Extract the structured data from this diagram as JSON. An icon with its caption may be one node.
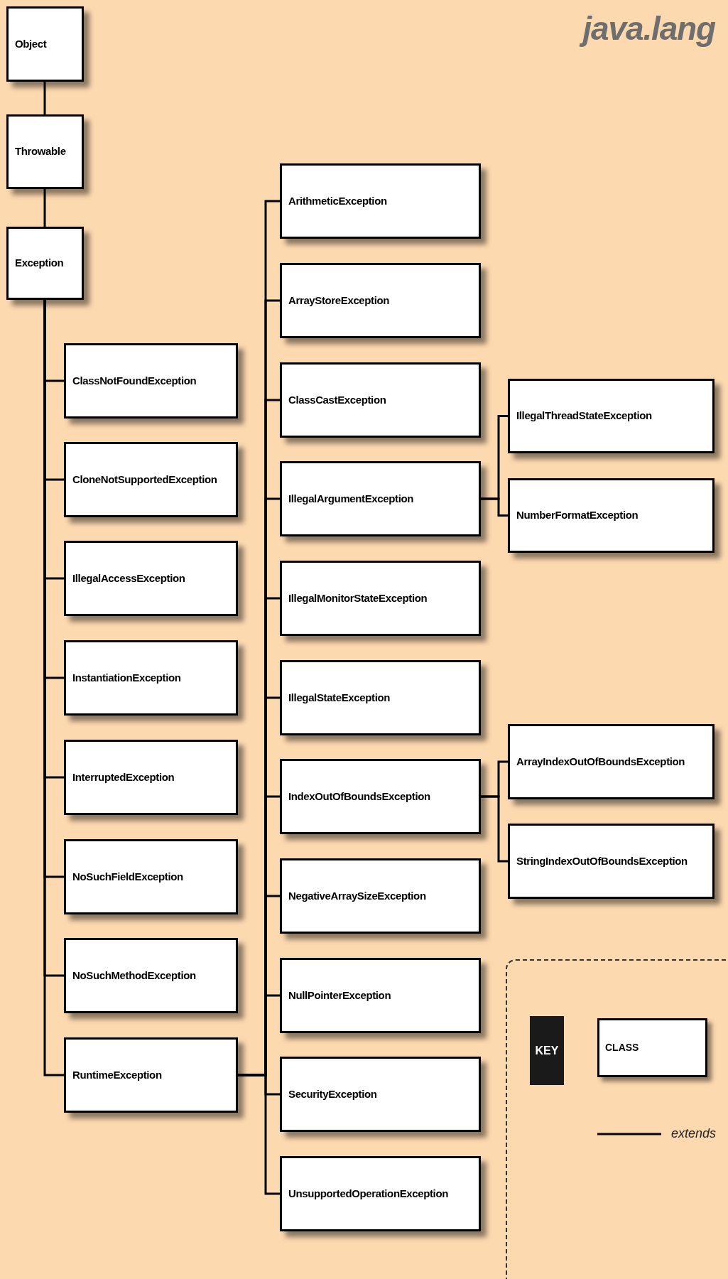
{
  "diagram": {
    "title": "java.lang",
    "nodes": [
      {
        "text": [
          "Object"
        ]
      },
      {
        "text": [
          "Throwable"
        ]
      },
      {
        "text": [
          "Exception"
        ]
      },
      {
        "text": [
          "ClassNotFoundException"
        ]
      },
      {
        "text": [
          "CloneNotSupportedException"
        ]
      },
      {
        "text": [
          "IllegalAccessException"
        ]
      },
      {
        "text": [
          "InstantiationException"
        ]
      },
      {
        "text": [
          "InterruptedException"
        ]
      },
      {
        "text": [
          "NoSuchFieldException"
        ]
      },
      {
        "text": [
          "NoSuchMethodException"
        ]
      },
      {
        "text": [
          "RuntimeException"
        ]
      },
      {
        "text": [
          "ArithmeticException"
        ]
      },
      {
        "text": [
          "ArrayStoreException"
        ]
      },
      {
        "text": [
          "ClassCastException"
        ]
      },
      {
        "text": [
          "IllegalArgumentException"
        ]
      },
      {
        "text": [
          "IllegalMonitorStateException"
        ]
      },
      {
        "text": [
          "IllegalStateException"
        ]
      },
      {
        "text": [
          "IndexOutOfBoundsException"
        ]
      },
      {
        "text": [
          "NegativeArraySizeException"
        ]
      },
      {
        "text": [
          "NullPointerException"
        ]
      },
      {
        "text": [
          "SecurityException"
        ]
      },
      {
        "text": [
          "UnsupportedOperationException"
        ]
      },
      {
        "text": [
          "IllegalThreadStateException"
        ]
      },
      {
        "text": [
          "NumberFormatException"
        ]
      },
      {
        "text": [
          "ArrayIndexOutOfBoundsException"
        ]
      },
      {
        "text": [
          "StringIndexOutOfBoundsException"
        ]
      }
    ],
    "edges": [
      {
        "from": 0,
        "to": 1,
        "arrow": "none"
      },
      {
        "from": 1,
        "to": 2,
        "arrow": "none"
      },
      {
        "from": 2,
        "to": 3,
        "arrow": "none"
      },
      {
        "from": 2,
        "to": 4,
        "arrow": "none"
      },
      {
        "from": 2,
        "to": 5,
        "arrow": "none"
      },
      {
        "from": 2,
        "to": 6,
        "arrow": "none"
      },
      {
        "from": 2,
        "to": 7,
        "arrow": "none"
      },
      {
        "from": 2,
        "to": 8,
        "arrow": "none"
      },
      {
        "from": 2,
        "to": 9,
        "arrow": "none"
      },
      {
        "from": 2,
        "to": 10,
        "arrow": "none"
      },
      {
        "from": 10,
        "to": 11,
        "arrow": "none"
      },
      {
        "from": 10,
        "to": 12,
        "arrow": "none"
      },
      {
        "from": 10,
        "to": 13,
        "arrow": "none"
      },
      {
        "from": 10,
        "to": 14,
        "arrow": "none"
      },
      {
        "from": 10,
        "to": 15,
        "arrow": "none"
      },
      {
        "from": 10,
        "to": 16,
        "arrow": "none"
      },
      {
        "from": 10,
        "to": 17,
        "arrow": "none"
      },
      {
        "from": 10,
        "to": 18,
        "arrow": "none"
      },
      {
        "from": 10,
        "to": 19,
        "arrow": "none"
      },
      {
        "from": 10,
        "to": 20,
        "arrow": "none"
      },
      {
        "from": 10,
        "to": 21,
        "arrow": "none"
      },
      {
        "from": 14,
        "to": 22,
        "arrow": "none"
      },
      {
        "from": 14,
        "to": 23,
        "arrow": "none"
      },
      {
        "from": 17,
        "to": 24,
        "arrow": "none"
      },
      {
        "from": 17,
        "to": 25,
        "arrow": "none"
      }
    ],
    "labels": [
      "KEY"
    ],
    "legend": [
      {
        "text": "CLASS"
      },
      {
        "text": "extends"
      }
    ]
  }
}
